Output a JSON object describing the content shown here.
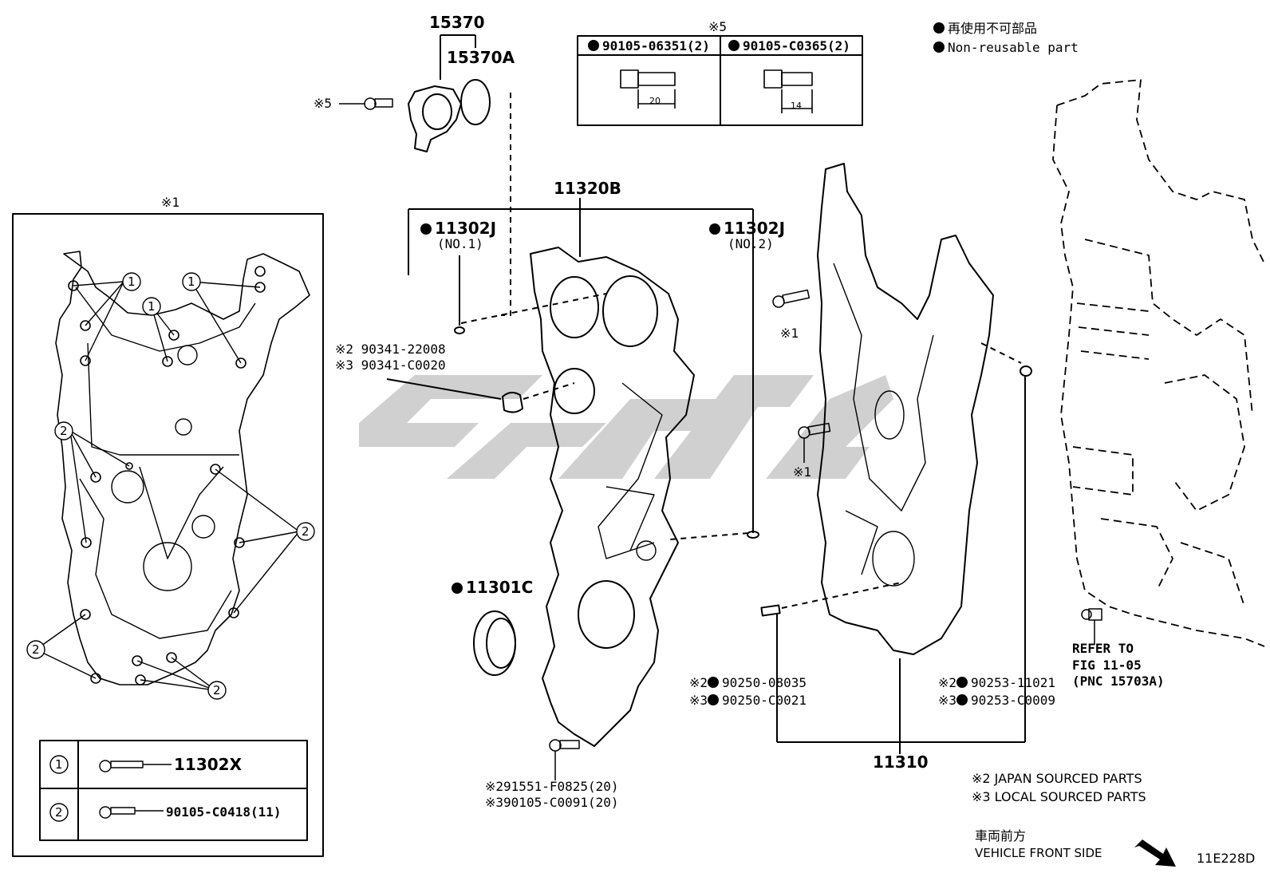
{
  "legend": {
    "ja": "再使用不可部品",
    "en": "Non-reusable part"
  },
  "parts": {
    "p15370": "15370",
    "p15370A": "15370A",
    "p11320B": "11320B",
    "p11302J_1": "11302J",
    "p11302J_1_sub": "(NO.1)",
    "p11302J_2": "11302J",
    "p11302J_2_sub": "(NO.2)",
    "p11301C": "11301C",
    "p11310": "11310",
    "p11302X": "11302X",
    "p90105_C0418": "90105-C0418(11)"
  },
  "notes": {
    "n1_top": "※1",
    "n5_top": "※5",
    "n5_bolt": "※5",
    "n1_bolt_a": "※1",
    "n1_bolt_b": "※1",
    "plug_a": "※2 90341-22008",
    "plug_b": "※3 90341-C0020",
    "pin_a1": "※2",
    "pin_a1p": "90250-08035",
    "pin_a2": "※3",
    "pin_a2p": "90250-C0021",
    "pin_b1": "※2",
    "pin_b1p": "90253-11021",
    "pin_b2": "※3",
    "pin_b2p": "90253-C0009",
    "bolt_b1": "※291551-F0825(20)",
    "bolt_b2": "※390105-C0091(20)",
    "refer1": "REFER TO",
    "refer2": "FIG 11-05",
    "refer3": "(PNC 15703A)",
    "src_japan": "※2 JAPAN SOURCED PARTS",
    "src_local": "※3 LOCAL SOURCED PARTS",
    "front_ja": "車両前方",
    "front_en": "VEHICLE FRONT SIDE",
    "fig_code": "11E228D"
  },
  "bolt_table": {
    "col1": "90105-06351(2)",
    "col2": "90105-C0365(2)",
    "dim1": "20",
    "dim2": "14"
  },
  "callouts": {
    "one": "1",
    "two": "2"
  },
  "watermark": "CSG"
}
